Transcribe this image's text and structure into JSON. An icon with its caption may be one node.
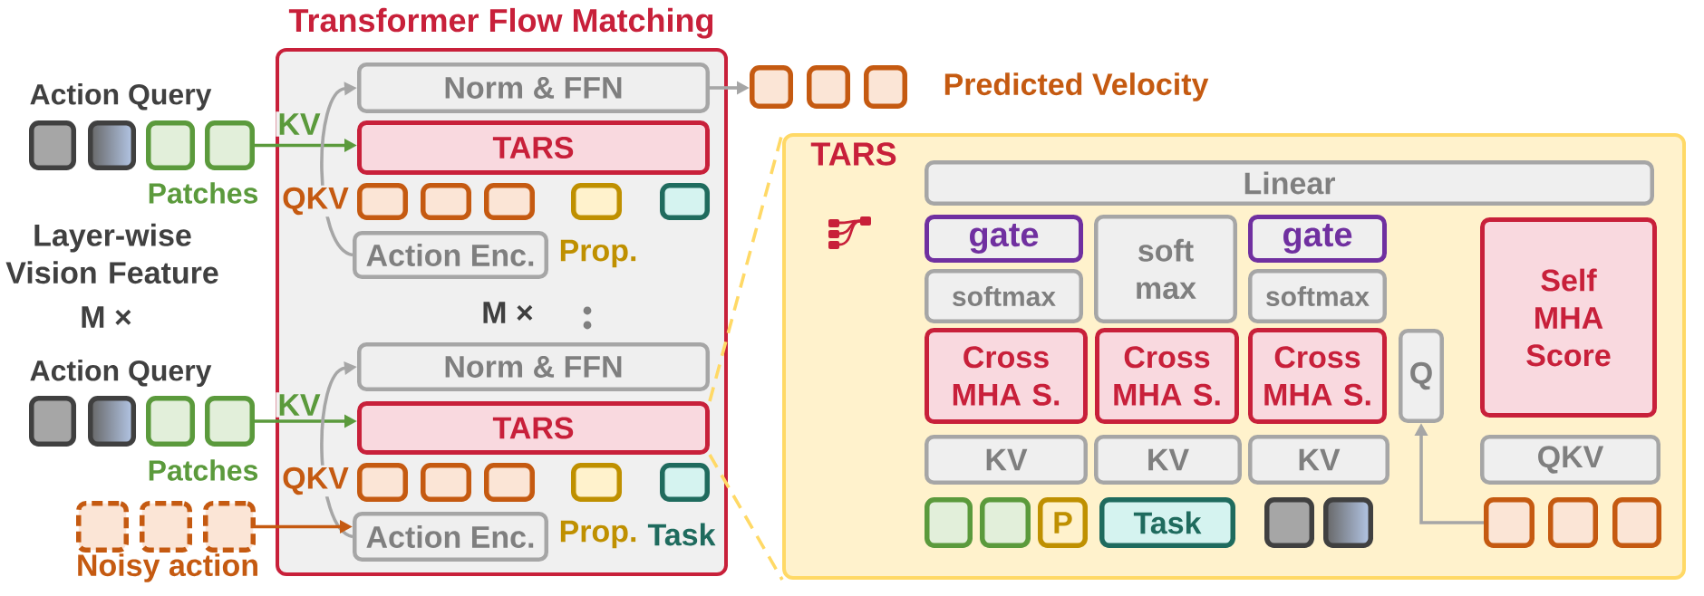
{
  "diagram": {
    "nodes": [
      {
        "text": [
          "Transformer Flow Matching"
        ]
      },
      {
        "text": [
          "Norm & FFN"
        ],
        "in": 0
      },
      {
        "text": [
          "TARS"
        ],
        "in": 0
      },
      {
        "text": [],
        "shape": "box",
        "in": 0
      },
      {
        "text": [],
        "shape": "box",
        "in": 0
      },
      {
        "text": [],
        "shape": "box",
        "in": 0
      },
      {
        "text": [],
        "shape": "box",
        "in": 0
      },
      {
        "text": [],
        "shape": "box",
        "in": 0
      },
      {
        "text": [
          "Action Enc."
        ],
        "in": 0
      },
      {
        "text": [
          "Norm & FFN"
        ],
        "in": 0
      },
      {
        "text": [
          "TARS"
        ],
        "in": 0
      },
      {
        "text": [],
        "shape": "box",
        "in": 0
      },
      {
        "text": [],
        "shape": "box",
        "in": 0
      },
      {
        "text": [],
        "shape": "box",
        "in": 0
      },
      {
        "text": [],
        "shape": "box",
        "in": 0
      },
      {
        "text": [],
        "shape": "box",
        "in": 0
      },
      {
        "text": [
          "Action Enc."
        ],
        "in": 0
      },
      {
        "text": [],
        "shape": "box"
      },
      {
        "text": [],
        "shape": "box"
      },
      {
        "text": [],
        "shape": "box"
      },
      {
        "text": [],
        "shape": "box"
      },
      {
        "text": [],
        "shape": "box"
      },
      {
        "text": [],
        "shape": "box"
      },
      {
        "text": [],
        "shape": "box"
      },
      {
        "text": [],
        "shape": "box"
      },
      {
        "text": [],
        "shape": "box"
      },
      {
        "text": [],
        "shape": "box"
      },
      {
        "text": [],
        "shape": "box"
      },
      {
        "text": [],
        "shape": "box"
      },
      {
        "text": [],
        "shape": "box"
      },
      {
        "text": [],
        "shape": "box"
      },
      {
        "text": [
          "TARS"
        ]
      },
      {
        "text": [
          "Linear"
        ],
        "in": 31
      },
      {
        "text": [
          "gate"
        ],
        "in": 31
      },
      {
        "text": [
          "softmax"
        ],
        "in": 31
      },
      {
        "text": [
          "soft max"
        ],
        "in": 31
      },
      {
        "text": [
          "gate"
        ],
        "in": 31
      },
      {
        "text": [
          "softmax"
        ],
        "in": 31
      },
      {
        "text": [
          "Cross MHA S."
        ],
        "in": 31
      },
      {
        "text": [
          "Cross MHA S."
        ],
        "in": 31
      },
      {
        "text": [
          "Cross MHA S."
        ],
        "in": 31
      },
      {
        "text": [
          "Q"
        ],
        "in": 31
      },
      {
        "text": [
          "Self MHA Score"
        ],
        "in": 31
      },
      {
        "text": [
          "KV"
        ],
        "in": 31
      },
      {
        "text": [
          "KV"
        ],
        "in": 31
      },
      {
        "text": [
          "KV"
        ],
        "in": 31
      },
      {
        "text": [
          "QKV"
        ],
        "in": 31
      },
      {
        "text": [],
        "shape": "box",
        "in": 31
      },
      {
        "text": [],
        "shape": "box",
        "in": 31
      },
      {
        "text": [
          "P"
        ],
        "in": 31
      },
      {
        "text": [
          "Task"
        ],
        "in": 31
      },
      {
        "text": [],
        "shape": "box",
        "in": 31
      },
      {
        "text": [],
        "shape": "box",
        "in": 31
      },
      {
        "text": [],
        "shape": "box",
        "in": 31
      },
      {
        "text": [],
        "shape": "box",
        "in": 31
      },
      {
        "text": [],
        "shape": "box",
        "in": 31
      }
    ],
    "edges": [
      {
        "from": 20,
        "to": 2,
        "arrow": "to",
        "label": "KV",
        "color": "#5b9a3c"
      },
      {
        "from": 8,
        "to": 1,
        "arrow": "to"
      },
      {
        "from": 24,
        "to": 10,
        "arrow": "to",
        "label": "KV",
        "color": "#5b9a3c"
      },
      {
        "from": 16,
        "to": 9,
        "arrow": "to"
      },
      {
        "from": 27,
        "to": 16,
        "arrow": "to",
        "color": "#c55a11"
      },
      {
        "from": 1,
        "to": 28,
        "arrow": "to"
      },
      {
        "from": 10,
        "to": 31,
        "arrow": "none",
        "style": "dashed",
        "color": "#ffd966"
      },
      {
        "from": 10,
        "to": 31,
        "arrow": "none",
        "style": "dashed",
        "color": "#ffd966"
      },
      {
        "from": 53,
        "to": 41,
        "arrow": "to"
      }
    ],
    "labels": [
      "Action Query",
      "Patches",
      "QKV",
      "Prop.",
      "Layer-wise Vision Feature",
      "M ×",
      "M ×",
      "Action Query",
      "Patches",
      "QKV",
      "Prop.",
      "Task",
      "Noisy action",
      "Predicted Velocity"
    ]
  }
}
